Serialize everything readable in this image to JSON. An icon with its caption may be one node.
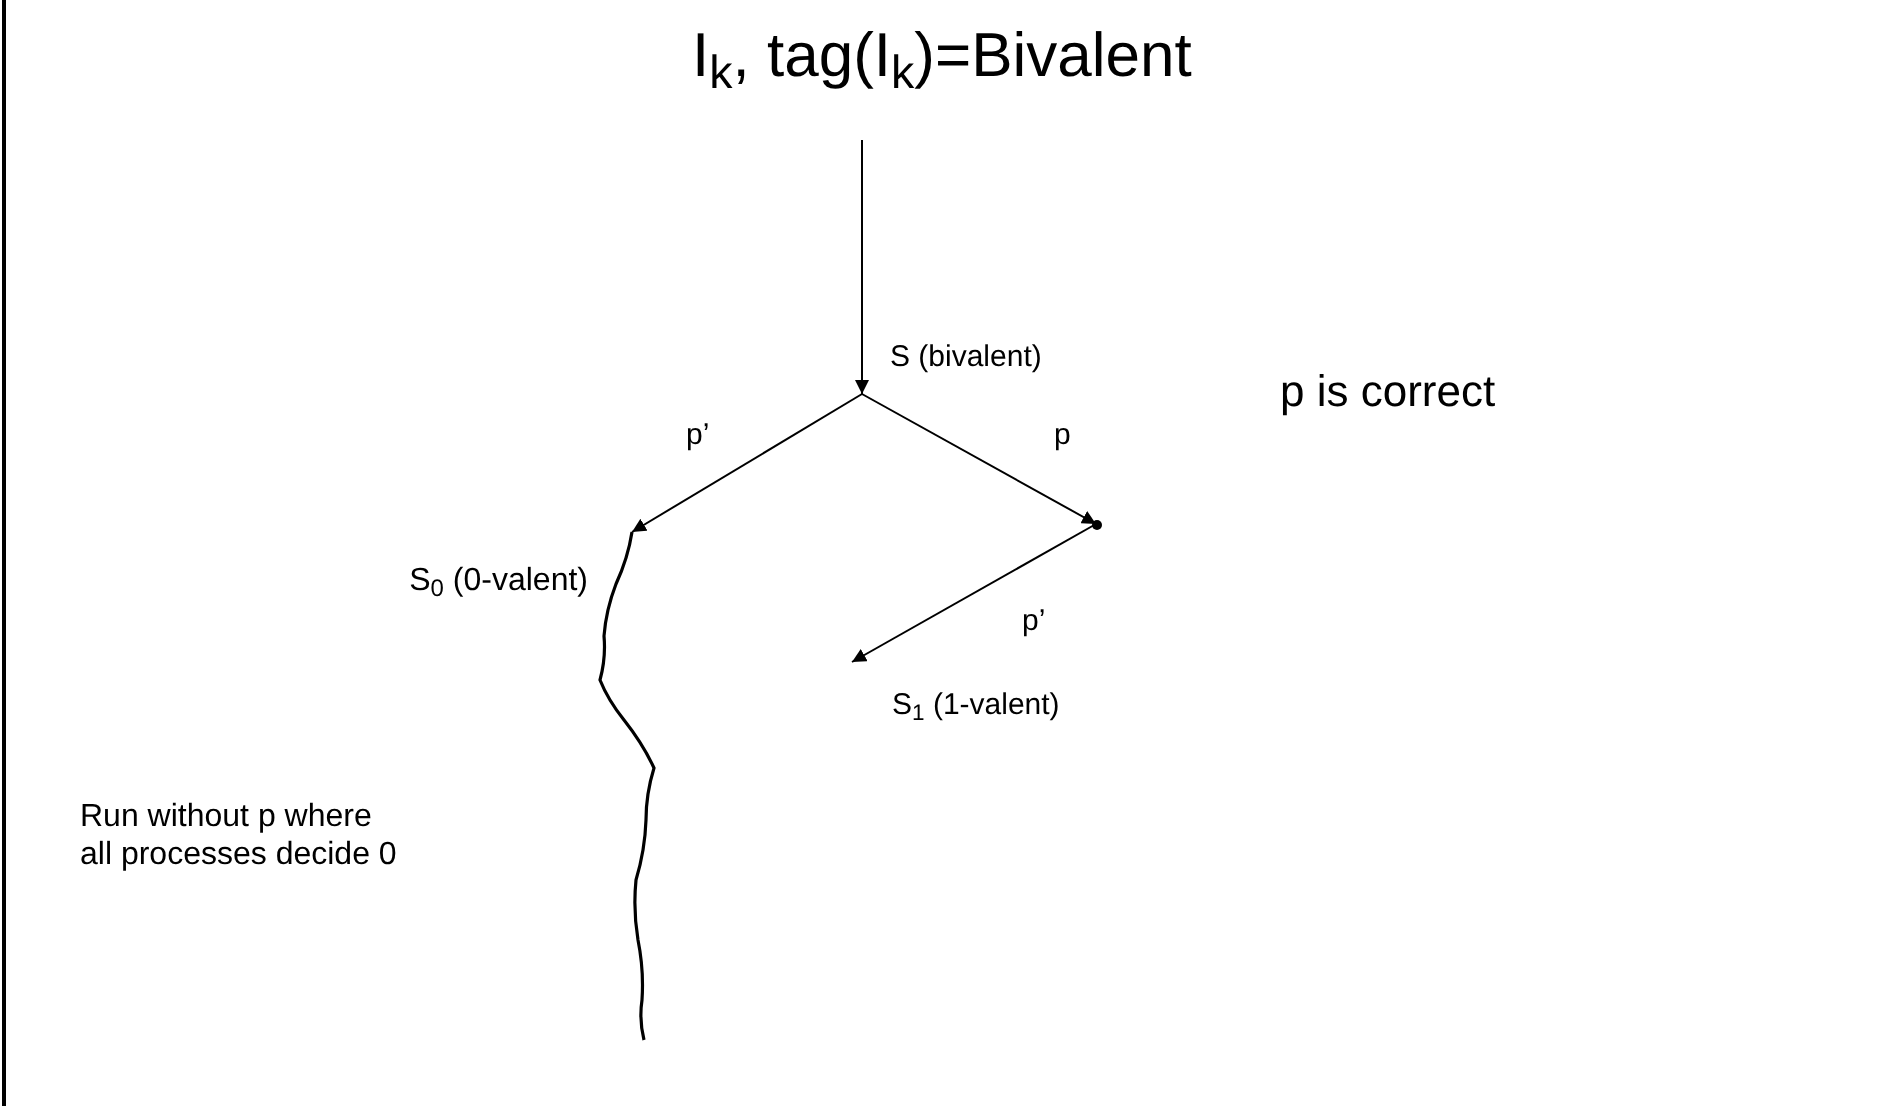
{
  "diagram": {
    "nodes": [
      {
        "text": [
          "I$_{k}$, tag(I$_{k}$)=Bivalent"
        ]
      },
      {
        "text": [
          "S (bivalent)"
        ]
      },
      {
        "text": [
          "S$_{0}$ (0-valent)"
        ]
      },
      {
        "text": [],
        "shape": "point"
      },
      {
        "text": [
          "S$_{1}$ (1-valent)"
        ]
      },
      {
        "text": [
          "Run without p where all processes decide 0"
        ]
      }
    ],
    "edges": [
      {
        "from": 0,
        "to": 1,
        "arrow": "to"
      },
      {
        "from": 1,
        "to": 2,
        "arrow": "to",
        "label": "p’"
      },
      {
        "from": 1,
        "to": 3,
        "arrow": "to",
        "label": "p"
      },
      {
        "from": 3,
        "to": 4,
        "arrow": "to",
        "label": "p’"
      },
      {
        "from": 2,
        "to": null,
        "arrow": "none"
      }
    ],
    "labels": [
      "p is correct"
    ]
  }
}
